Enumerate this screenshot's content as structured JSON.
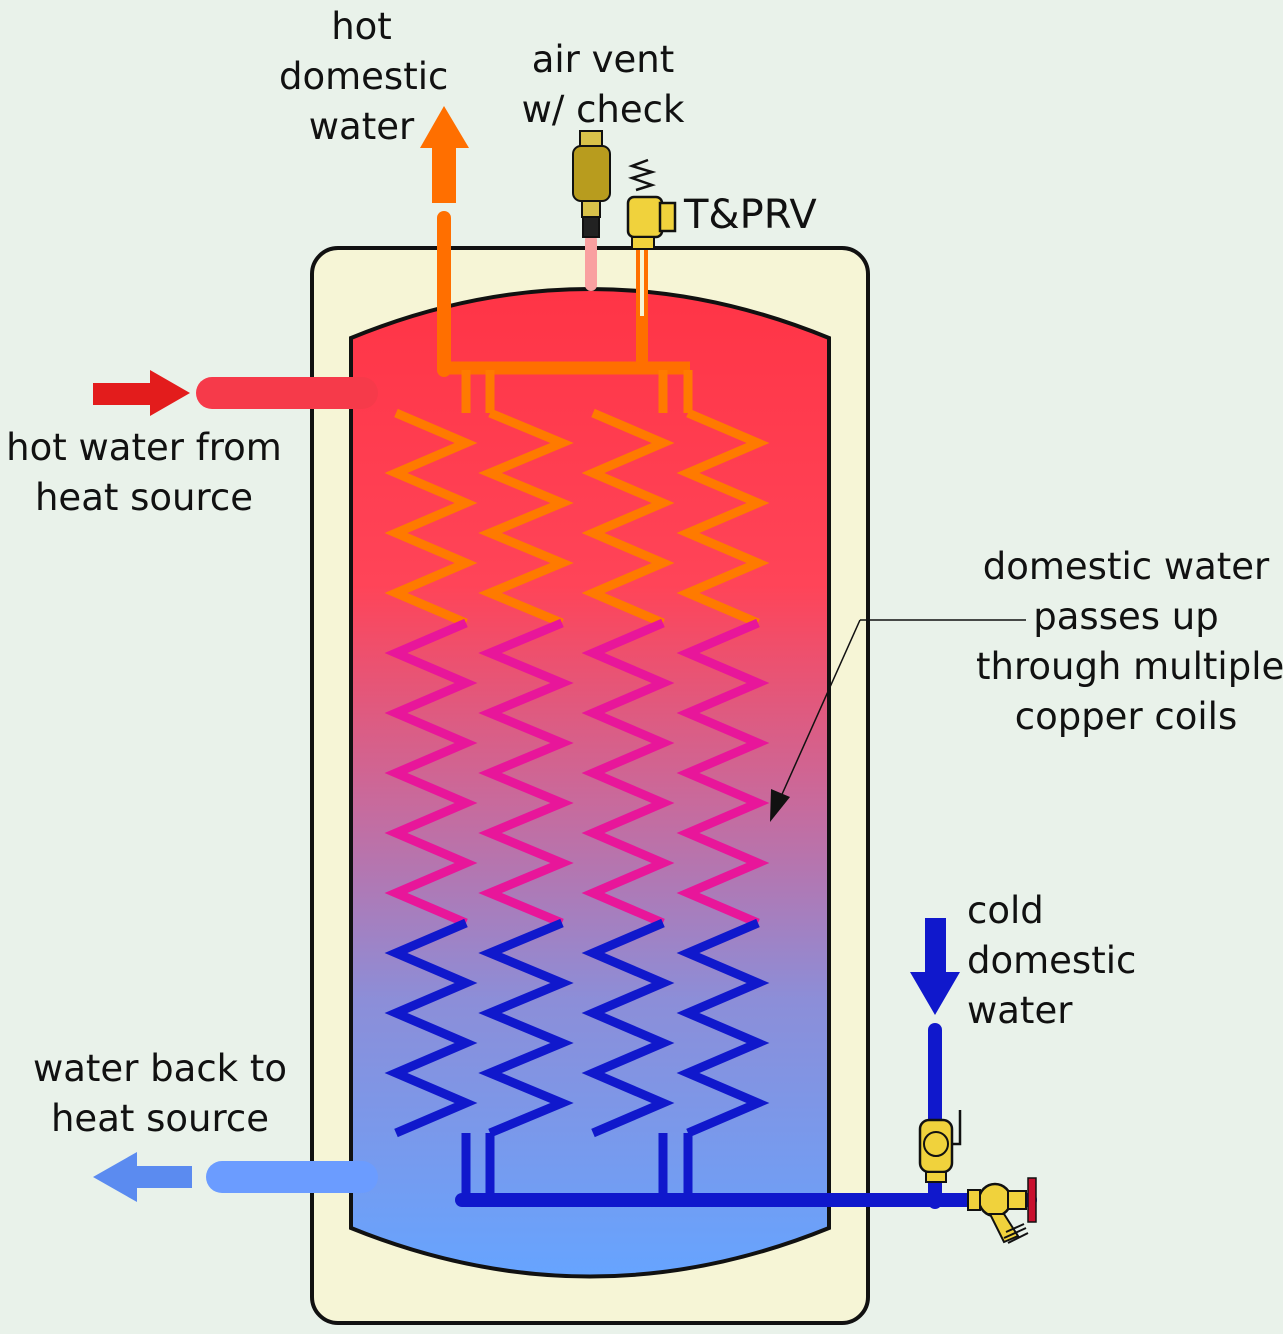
{
  "labels": {
    "hot_domestic": [
      "hot",
      "domestic",
      "water"
    ],
    "air_vent": [
      "air vent",
      "w/ check"
    ],
    "tprv": "T&PRV",
    "hot_from_source": [
      "hot water from",
      "heat source"
    ],
    "domestic_coils": [
      "domestic water",
      "passes up",
      "through multiple",
      "copper coils"
    ],
    "cold_domestic": [
      "cold",
      "domestic",
      "water"
    ],
    "back_to_source": [
      "water back to",
      "heat source"
    ]
  },
  "colors": {
    "background": "#e9f2ea",
    "tank_shell": "#f6f5d6",
    "water_hot": "#ff3446",
    "water_cold": "#66a4ff",
    "coil_hot": "#ff7a00",
    "coil_warm": "#e8169a",
    "coil_cold": "#1018cc",
    "hot_supply": "#e31c1c",
    "return_arrow": "#5b8bf0",
    "valve_brass": "#f0d23c"
  }
}
